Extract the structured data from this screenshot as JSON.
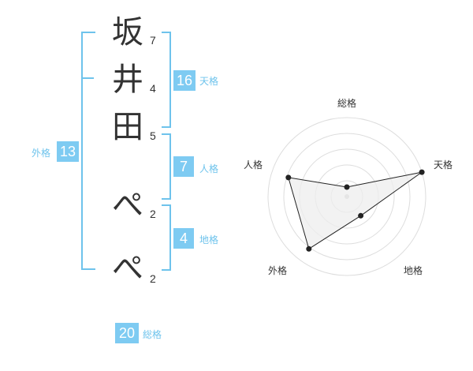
{
  "name_chars": [
    {
      "char": "坂",
      "strokes": "7"
    },
    {
      "char": "井",
      "strokes": "4"
    },
    {
      "char": "田",
      "strokes": "5"
    },
    {
      "char": "ぺ",
      "strokes": "2"
    },
    {
      "char": "ぺ",
      "strokes": "2"
    }
  ],
  "fortunes": {
    "tenkaku": {
      "value": "16",
      "label": "天格"
    },
    "jinkaku": {
      "value": "7",
      "label": "人格"
    },
    "chikaku": {
      "value": "4",
      "label": "地格"
    },
    "gaikaku": {
      "value": "13",
      "label": "外格"
    },
    "soukaku": {
      "value": "20",
      "label": "総格"
    }
  },
  "radar": {
    "axes": [
      "総格",
      "天格",
      "地格",
      "外格",
      "人格"
    ],
    "levels": 5,
    "values": [
      0.12,
      1.0,
      0.3,
      0.82,
      0.78
    ],
    "colors": {
      "fill": "#eeeeee",
      "stroke": "#222222",
      "grid": "#dddddd",
      "accent": "#7ecbf2"
    }
  }
}
